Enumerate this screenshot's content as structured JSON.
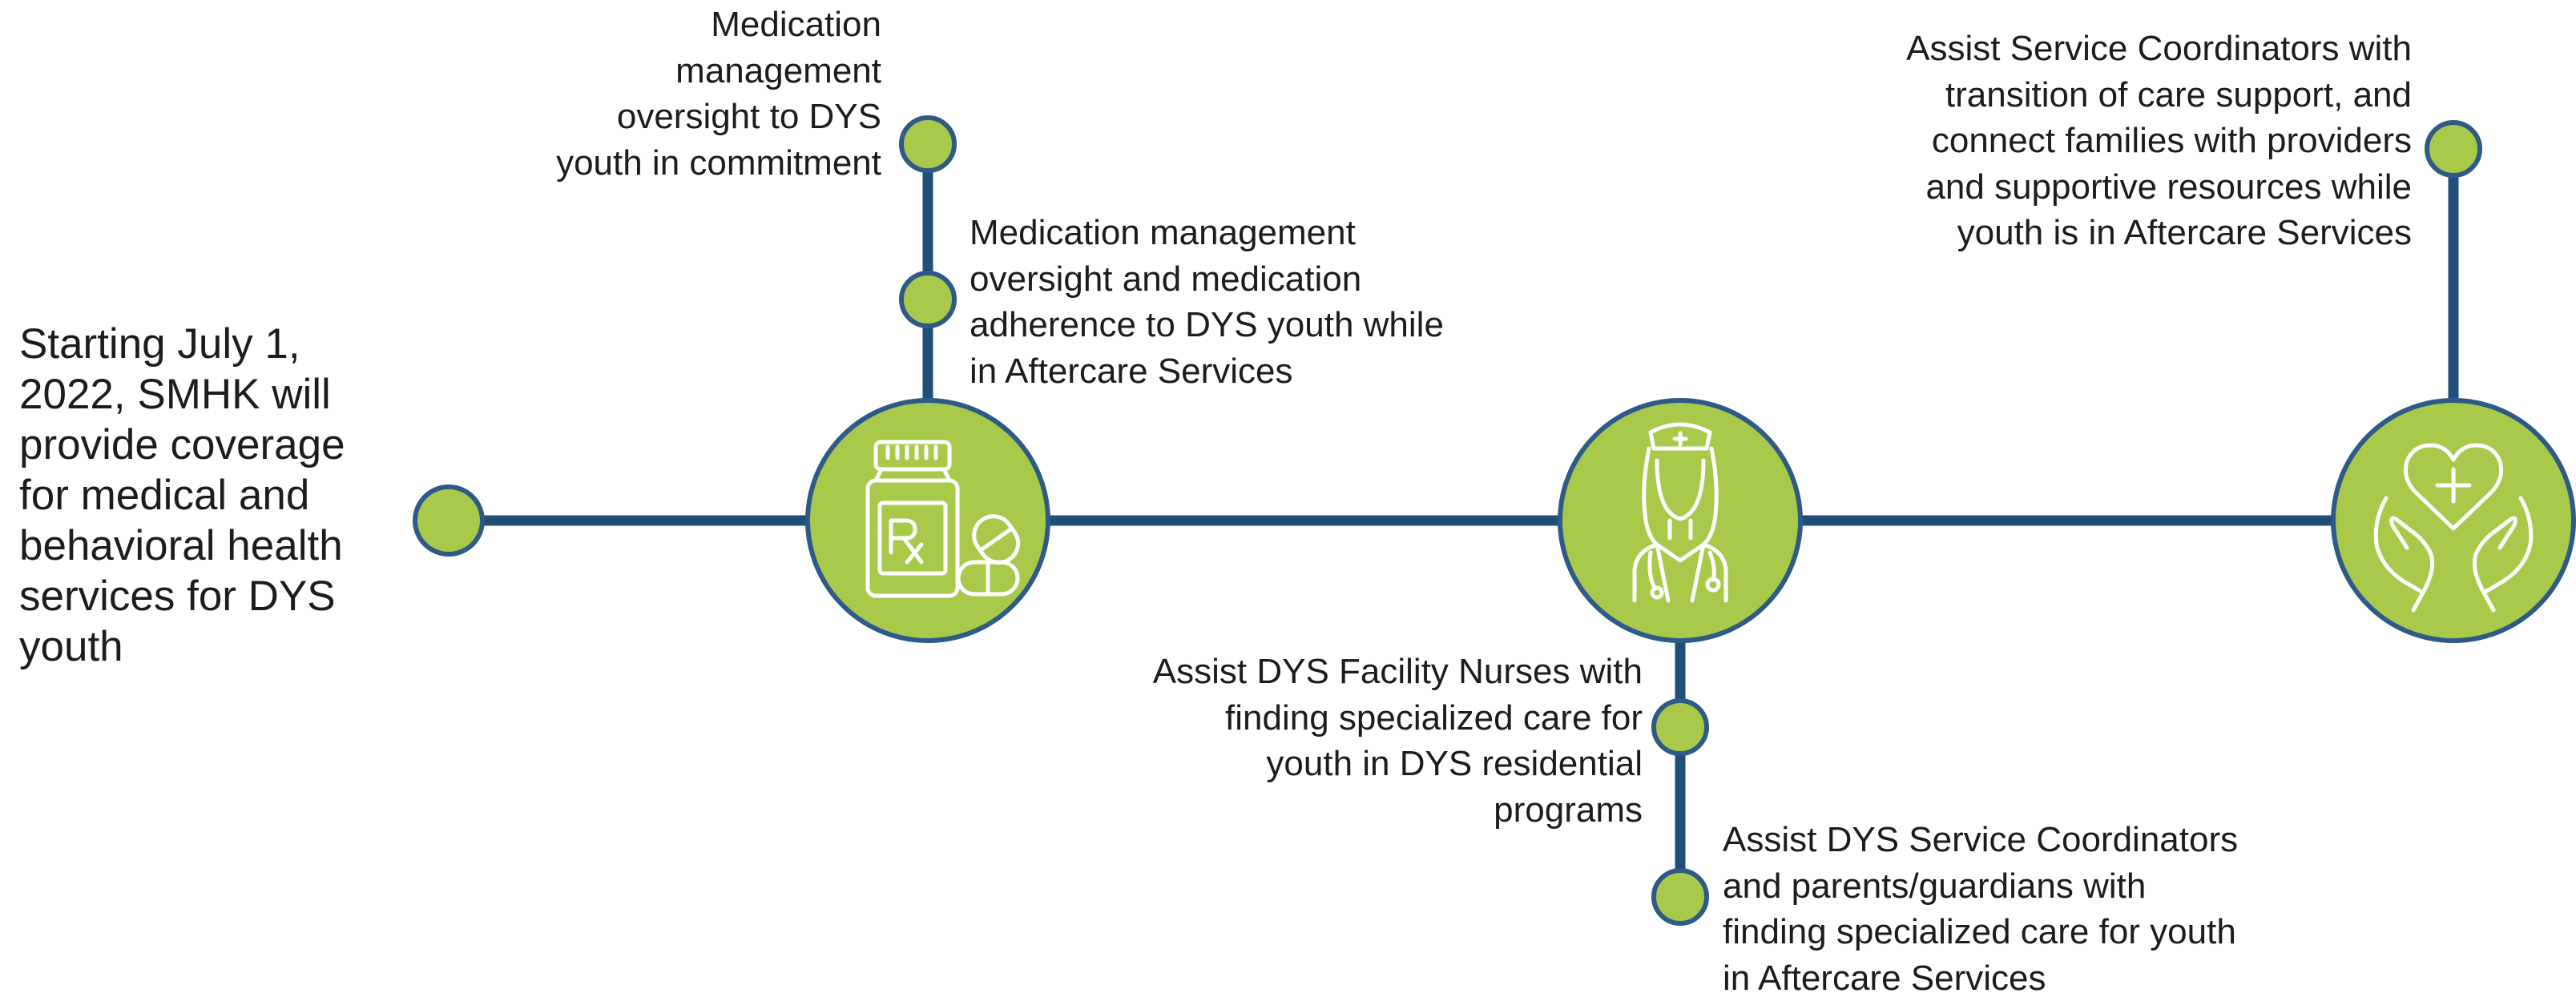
{
  "intro": {
    "text": "Starting July 1,\n2022, SMHK will\nprovide coverage\nfor medical and\nbehavioral health\nservices for DYS\nyouth"
  },
  "notes": {
    "med_commitment": "Medication\nmanagement\noversight to DYS\nyouth in commitment",
    "med_aftercare": "Medication management\noversight and medication\nadherence to DYS youth while\nin Aftercare Services",
    "nurses": "Assist DYS Facility Nurses with\nfinding specialized care for\nyouth in DYS residential\nprograms",
    "coordinators_parents": "Assist DYS Service Coordinators\nand parents/guardians with\nfinding specialized care for youth\nin Aftercare Services",
    "transition": "Assist Service Coordinators with\ntransition of care support, and\nconnect families with providers\nand supportive resources while\nyouth is in Aftercare Services"
  },
  "icons": {
    "pharmacy": "pill-bottle-rx-icon",
    "nurse": "nurse-icon",
    "care": "heart-hands-icon"
  },
  "colors": {
    "line": "#1f4e79",
    "node_fill": "#a8c94a",
    "node_stroke": "#2d5a86",
    "icon_stroke": "#ffffff"
  }
}
